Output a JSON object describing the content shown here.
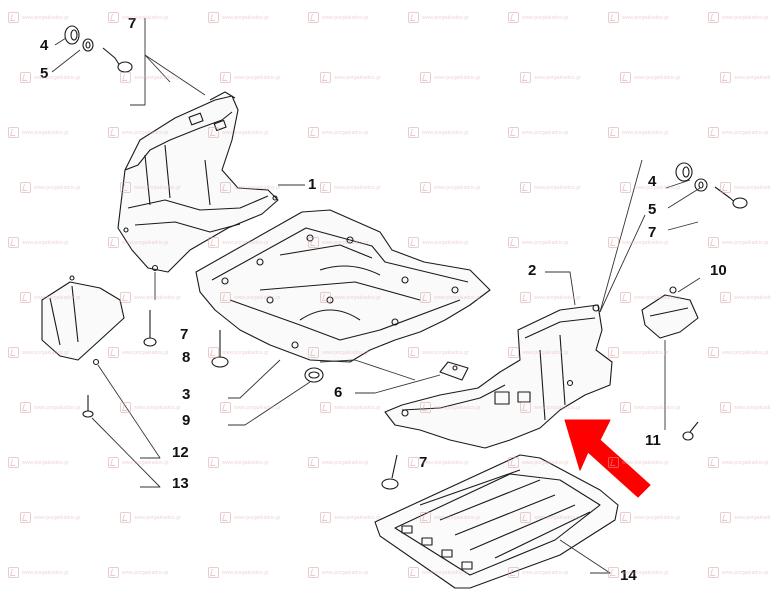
{
  "diagram": {
    "callouts": [
      {
        "id": "c4a",
        "label": "4"
      },
      {
        "id": "c5a",
        "label": "5"
      },
      {
        "id": "c7a",
        "label": "7"
      },
      {
        "id": "c7b",
        "label": "7"
      },
      {
        "id": "c1",
        "label": "1"
      },
      {
        "id": "c8",
        "label": "8"
      },
      {
        "id": "c3",
        "label": "3"
      },
      {
        "id": "c9",
        "label": "9"
      },
      {
        "id": "c6",
        "label": "6"
      },
      {
        "id": "c2",
        "label": "2"
      },
      {
        "id": "c4b",
        "label": "4"
      },
      {
        "id": "c5b",
        "label": "5"
      },
      {
        "id": "c7c",
        "label": "7"
      },
      {
        "id": "c10",
        "label": "10"
      },
      {
        "id": "c11",
        "label": "11"
      },
      {
        "id": "c7d",
        "label": "7"
      },
      {
        "id": "c12",
        "label": "12"
      },
      {
        "id": "c13",
        "label": "13"
      },
      {
        "id": "c14",
        "label": "14"
      }
    ],
    "watermark_text": "www.porgakiados.gr",
    "arrow_color": "#ff0000",
    "line_color": "#1a1a1a"
  }
}
